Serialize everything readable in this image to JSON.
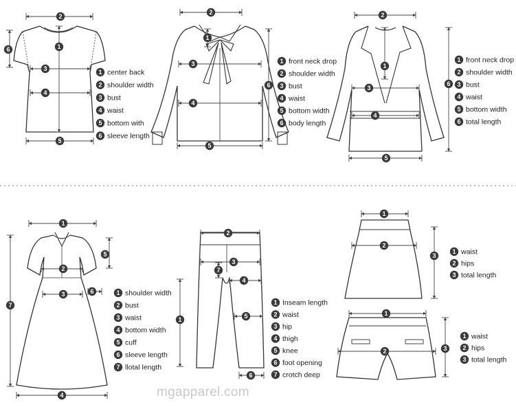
{
  "watermark": "mgapparel.com",
  "colors": {
    "outline": "#333333",
    "guide": "#444444",
    "badge": "#3a3a3a",
    "divider": "#999999"
  },
  "panels": {
    "tshirt": {
      "legend": [
        {
          "n": "1",
          "text": "center back"
        },
        {
          "n": "2",
          "text": "shoulder width"
        },
        {
          "n": "3",
          "text": "bust"
        },
        {
          "n": "4",
          "text": "waist"
        },
        {
          "n": "5",
          "text": "bottom with"
        },
        {
          "n": "6",
          "text": "sleeve length"
        }
      ]
    },
    "blouse": {
      "legend": [
        {
          "n": "1",
          "text": "front neck drop"
        },
        {
          "n": "2",
          "text": "shoulder width"
        },
        {
          "n": "3",
          "text": "bust"
        },
        {
          "n": "4",
          "text": "waist"
        },
        {
          "n": "5",
          "text": "bottom width"
        },
        {
          "n": "6",
          "text": "body length"
        }
      ]
    },
    "coat": {
      "legend": [
        {
          "n": "1",
          "text": "front neck drop"
        },
        {
          "n": "2",
          "text": "shoulder width"
        },
        {
          "n": "3",
          "text": "bust"
        },
        {
          "n": "4",
          "text": "waist"
        },
        {
          "n": "5",
          "text": "bottom width"
        },
        {
          "n": "6",
          "text": "total length"
        }
      ]
    },
    "dress": {
      "legend": [
        {
          "n": "1",
          "text": "shoulder width"
        },
        {
          "n": "2",
          "text": "bust"
        },
        {
          "n": "3",
          "text": "waist"
        },
        {
          "n": "4",
          "text": "bottom width"
        },
        {
          "n": "5",
          "text": "cuff"
        },
        {
          "n": "6",
          "text": "sleeve length"
        },
        {
          "n": "7",
          "text": "llotal length"
        }
      ]
    },
    "pants": {
      "legend": [
        {
          "n": "1",
          "text": "Inseam length"
        },
        {
          "n": "2",
          "text": "waist"
        },
        {
          "n": "3",
          "text": "hip"
        },
        {
          "n": "4",
          "text": "thigh"
        },
        {
          "n": "5",
          "text": "knee"
        },
        {
          "n": "6",
          "text": "foot opening"
        },
        {
          "n": "7",
          "text": "crotch deep"
        }
      ]
    },
    "skirt": {
      "legend": [
        {
          "n": "1",
          "text": "waist"
        },
        {
          "n": "2",
          "text": "hips"
        },
        {
          "n": "3",
          "text": "total length"
        }
      ]
    },
    "shorts": {
      "legend": [
        {
          "n": "1",
          "text": "waist"
        },
        {
          "n": "2",
          "text": "hips"
        },
        {
          "n": "3",
          "text": "total length"
        }
      ]
    }
  }
}
